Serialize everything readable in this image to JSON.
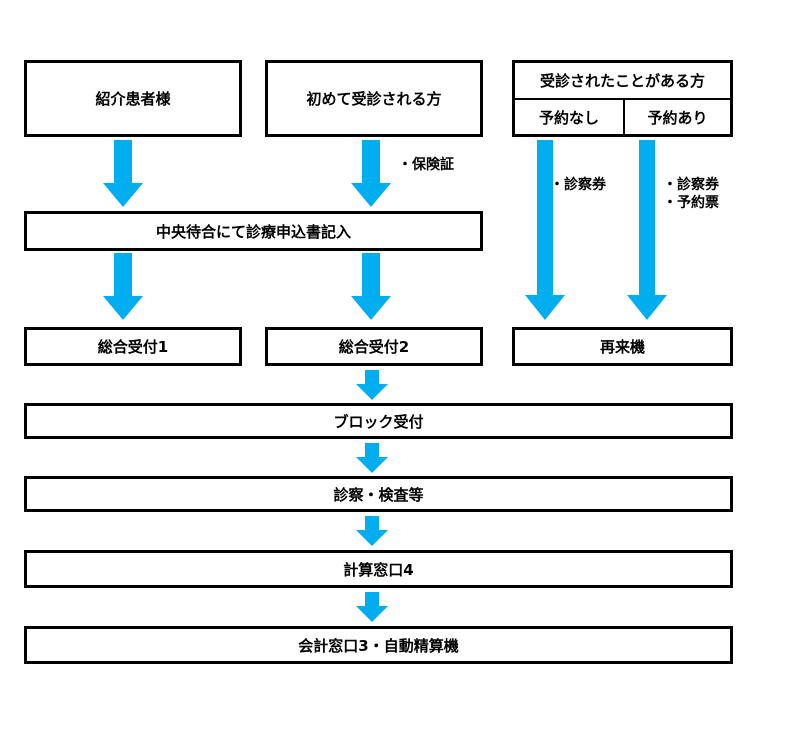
{
  "diagram": {
    "arrow_color": "#00aeef",
    "top_row": {
      "referral": "紹介患者様",
      "first_visit": "初めて受診される方",
      "returning": {
        "title": "受診されたことがある方",
        "no_reservation": "予約なし",
        "with_reservation": "予約あり"
      }
    },
    "notes": {
      "insurance": "・保険証",
      "card_no_reservation": "・診察券",
      "card_with_reservation_1": "・診察券",
      "card_with_reservation_2": "・予約票"
    },
    "central_waiting": "中央待合にて診療申込書記入",
    "reception_1": "総合受付1",
    "reception_2": "総合受付2",
    "revisit_machine": "再来機",
    "block_reception": "ブロック受付",
    "examination": "診察・検査等",
    "accounting_4": "計算窓口4",
    "accounting_3": "会計窓口3・自動精算機"
  }
}
